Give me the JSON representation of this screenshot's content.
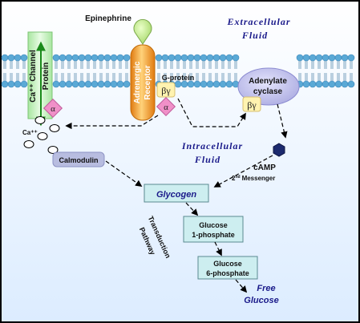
{
  "labels": {
    "epinephrine": "Epinephrine",
    "extracellular_line1": "Extracellular",
    "extracellular_line2": "Fluid",
    "intracellular_line1": "Intracellular",
    "intracellular_line2": "Fluid",
    "ca_channel_line1": "Ca⁺⁺ Channel",
    "ca_channel_line2": "Protein",
    "adrenergic_line1": "Adrenergic",
    "adrenergic_line2": "Receptor",
    "g_protein": "G-protein",
    "beta_gamma": "βγ",
    "alpha": "α",
    "adenylate_line1": "Adenylate",
    "adenylate_line2": "cyclase",
    "ca_ion": "Ca⁺⁺",
    "calmodulin": "Calmodulin",
    "glycogen": "Glycogen",
    "camp": "cAMP",
    "second_messenger_num": "2",
    "second_messenger_sup": "nd",
    "second_messenger_word": "Messenger",
    "glucose1p_line1": "Glucose",
    "glucose1p_line2": "1-phosphate",
    "glucose6p_line1": "Glucose",
    "glucose6p_line2": "6-phosphate",
    "free_line1": "Free",
    "free_line2": "Glucose",
    "transduction_line1": "Transduction",
    "transduction_line2": "Pathway"
  },
  "colors": {
    "membrane": "#5aa9d6",
    "receptor": "#f5a623",
    "channel": "#c8f0c0",
    "alpha": "#f090c8",
    "beta_gamma": "#fff3b0",
    "adenylate": "#c9c9f2",
    "calmodulin": "#b8bde0",
    "box": "#cdeef0",
    "title_blue": "#1a1a8a",
    "camp": "#1c2a6e",
    "arrow_green": "#1a8a1a"
  }
}
